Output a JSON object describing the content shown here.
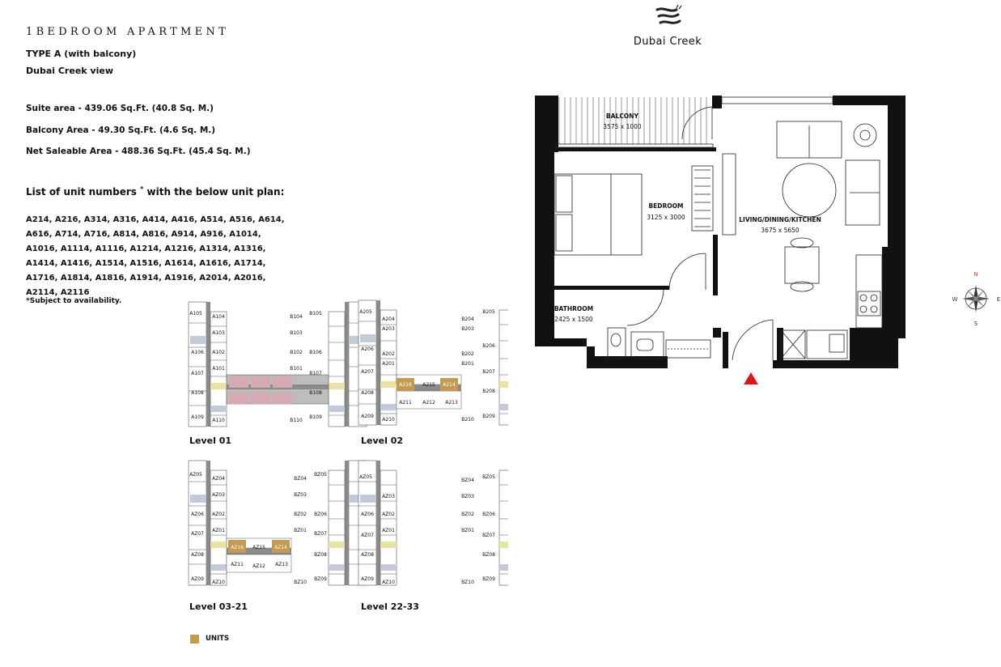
{
  "header": {
    "title": "1BEDROOM APARTMENT",
    "type": "TYPE A (with balcony)",
    "view": "Dubai Creek view"
  },
  "areas": {
    "suite": "Suite area - 439.06 Sq.Ft. (40.8 Sq. M.)",
    "balcony": "Balcony Area - 49.30 Sq.Ft. (4.6 Sq. M.)",
    "net": "Net Saleable Area - 488.36 Sq.Ft. (45.4 Sq. M.)"
  },
  "unit_list": {
    "heading": "List of unit numbers",
    "heading_mark": "*",
    "heading_suffix": "with the below unit plan:",
    "numbers": "A214, A216, A314, A316, A414, A416, A514, A516, A614, A616, A714, A716, A814, A816, A914, A916, A1014, A1016, A1114, A1116, A1214, A1216, A1314, A1316, A1414, A1416, A1514, A1516, A1614, A1616, A1714, A1716, A1814, A1816, A1914, A1916, A2014, A2016, A2114, A2116",
    "note": "*Subject to availability."
  },
  "brand": {
    "name": "Dubai Creek",
    "logo_icon": "dubai-creek-logo-icon"
  },
  "rooms": {
    "balcony": {
      "name": "BALCONY",
      "dims": "3575 x 1000"
    },
    "bedroom": {
      "name": "BEDROOM",
      "dims": "3125 x 3000"
    },
    "living": {
      "name": "LIVING/DINING/KITCHEN",
      "dims": "3675 x 5650"
    },
    "bathroom": {
      "name": "BATHROOM",
      "dims": "2425 x 1500"
    }
  },
  "compass": {
    "n": "N",
    "e": "E",
    "s": "S",
    "w": "W"
  },
  "levels": {
    "l01": "Level 01",
    "l02": "Level 02",
    "l0321": "Level 03-21",
    "l2233": "Level 22-33"
  },
  "legend": {
    "label": "UNITS",
    "color": "#c29a52"
  },
  "colors": {
    "highlight": "#c29a52",
    "core_pink": "#d7a9b4",
    "blue": "#c5cad8",
    "yellow": "#e9e2a7",
    "corridor": "#8a8a8a"
  }
}
